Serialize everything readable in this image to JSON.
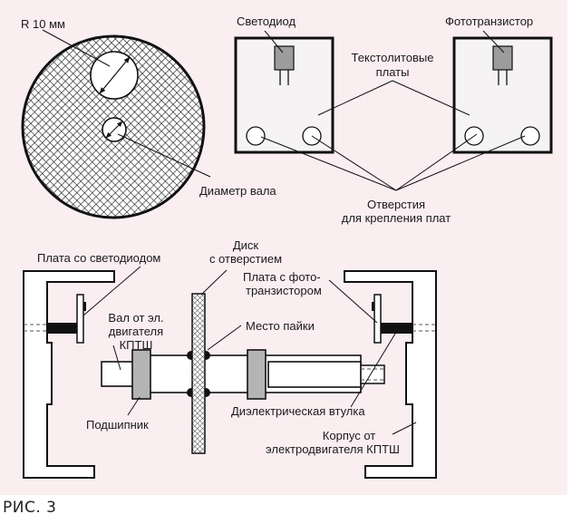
{
  "figure": {
    "caption": "РИС. 3",
    "colors": {
      "background": "#fbeef1",
      "stroke": "#111111",
      "component_fill": "#9c9c9c",
      "bearing_fill": "#b4b4b4",
      "board_fill": "#f5f3f4",
      "bushing_fill": "#111111"
    }
  },
  "disk_view": {
    "radius_label": "R 10 мм",
    "shaft_label": "Диаметр вала"
  },
  "boards_view": {
    "led_label": "Светодиод",
    "phototransistor_label": "Фототранзистор",
    "boards_label_line1": "Текстолитовые",
    "boards_label_line2": "платы",
    "holes_label_line1": "Отверстия",
    "holes_label_line2": "для крепления плат"
  },
  "assembly_view": {
    "led_board_label": "Плата со светодиодом",
    "disk_label_line1": "Диск",
    "disk_label_line2": "с отверстием",
    "pt_board_label_line1": "Плата с фото-",
    "pt_board_label_line2": "транзистором",
    "shaft_label_line1": "Вал от эл.",
    "shaft_label_line2": "двигателя",
    "shaft_label_line3": "КПТШ",
    "solder_label": "Место пайки",
    "bearing_label": "Подшипник",
    "bushing_label": "Диэлектрическая втулка",
    "housing_label_line1": "Корпус от",
    "housing_label_line2": "электродвигателя КПТШ"
  }
}
